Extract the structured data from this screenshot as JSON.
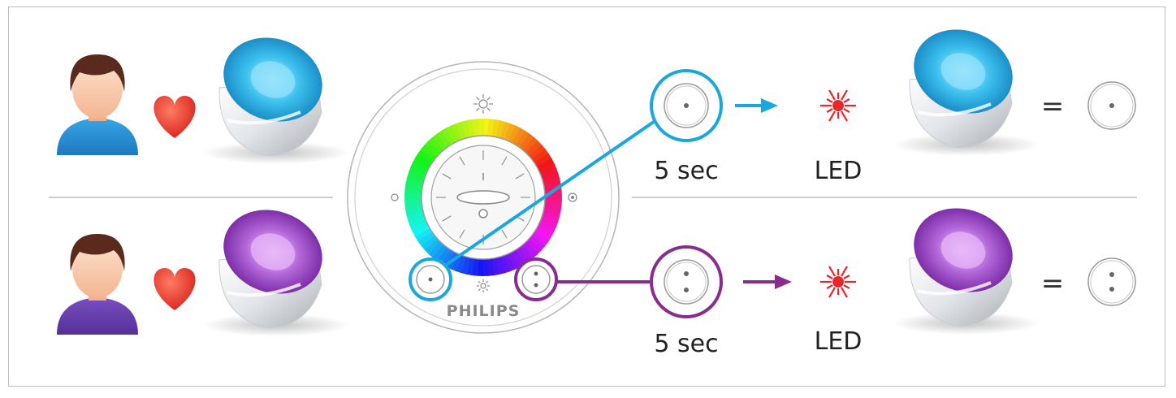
{
  "colors": {
    "blue": "#1aa7df",
    "purple": "#8a2b8f",
    "led_red": "#e8262b",
    "heart": "#e63a2e",
    "divider": "#bdbdbd",
    "shirt_blue": "#2f8fd0",
    "shirt_purple": "#6a3aa5"
  },
  "remote": {
    "brand": "PHILIPS"
  },
  "rows": [
    {
      "id": "blue",
      "duration_label": "5 sec",
      "led_label": "LED",
      "equals": "=",
      "button_icon": "one-dot-button-icon"
    },
    {
      "id": "purple",
      "duration_label": "5 sec",
      "led_label": "LED",
      "equals": "=",
      "button_icon": "two-dot-button-icon"
    }
  ]
}
